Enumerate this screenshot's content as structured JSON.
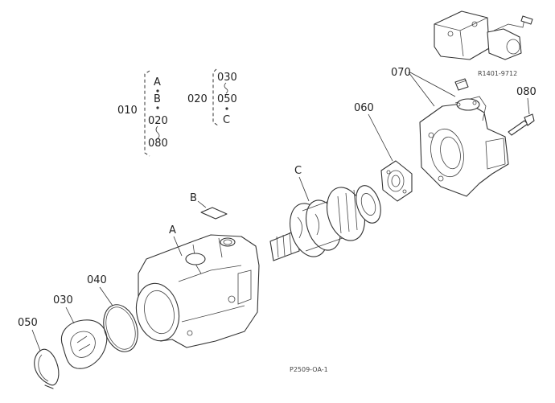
{
  "legend_group_1": {
    "code": "010",
    "items": [
      "A",
      "B",
      "020",
      "080"
    ]
  },
  "legend_group_2": {
    "code": "020",
    "items": [
      "030",
      "050",
      "C"
    ]
  },
  "callouts": {
    "p050": "050",
    "p030": "030",
    "p040": "040",
    "pA": "A",
    "pB": "B",
    "pC": "C",
    "p060": "060",
    "p070": "070",
    "p080": "080"
  },
  "reference_note": "R1401-9712",
  "drawing_code": "P2509-OA-1"
}
